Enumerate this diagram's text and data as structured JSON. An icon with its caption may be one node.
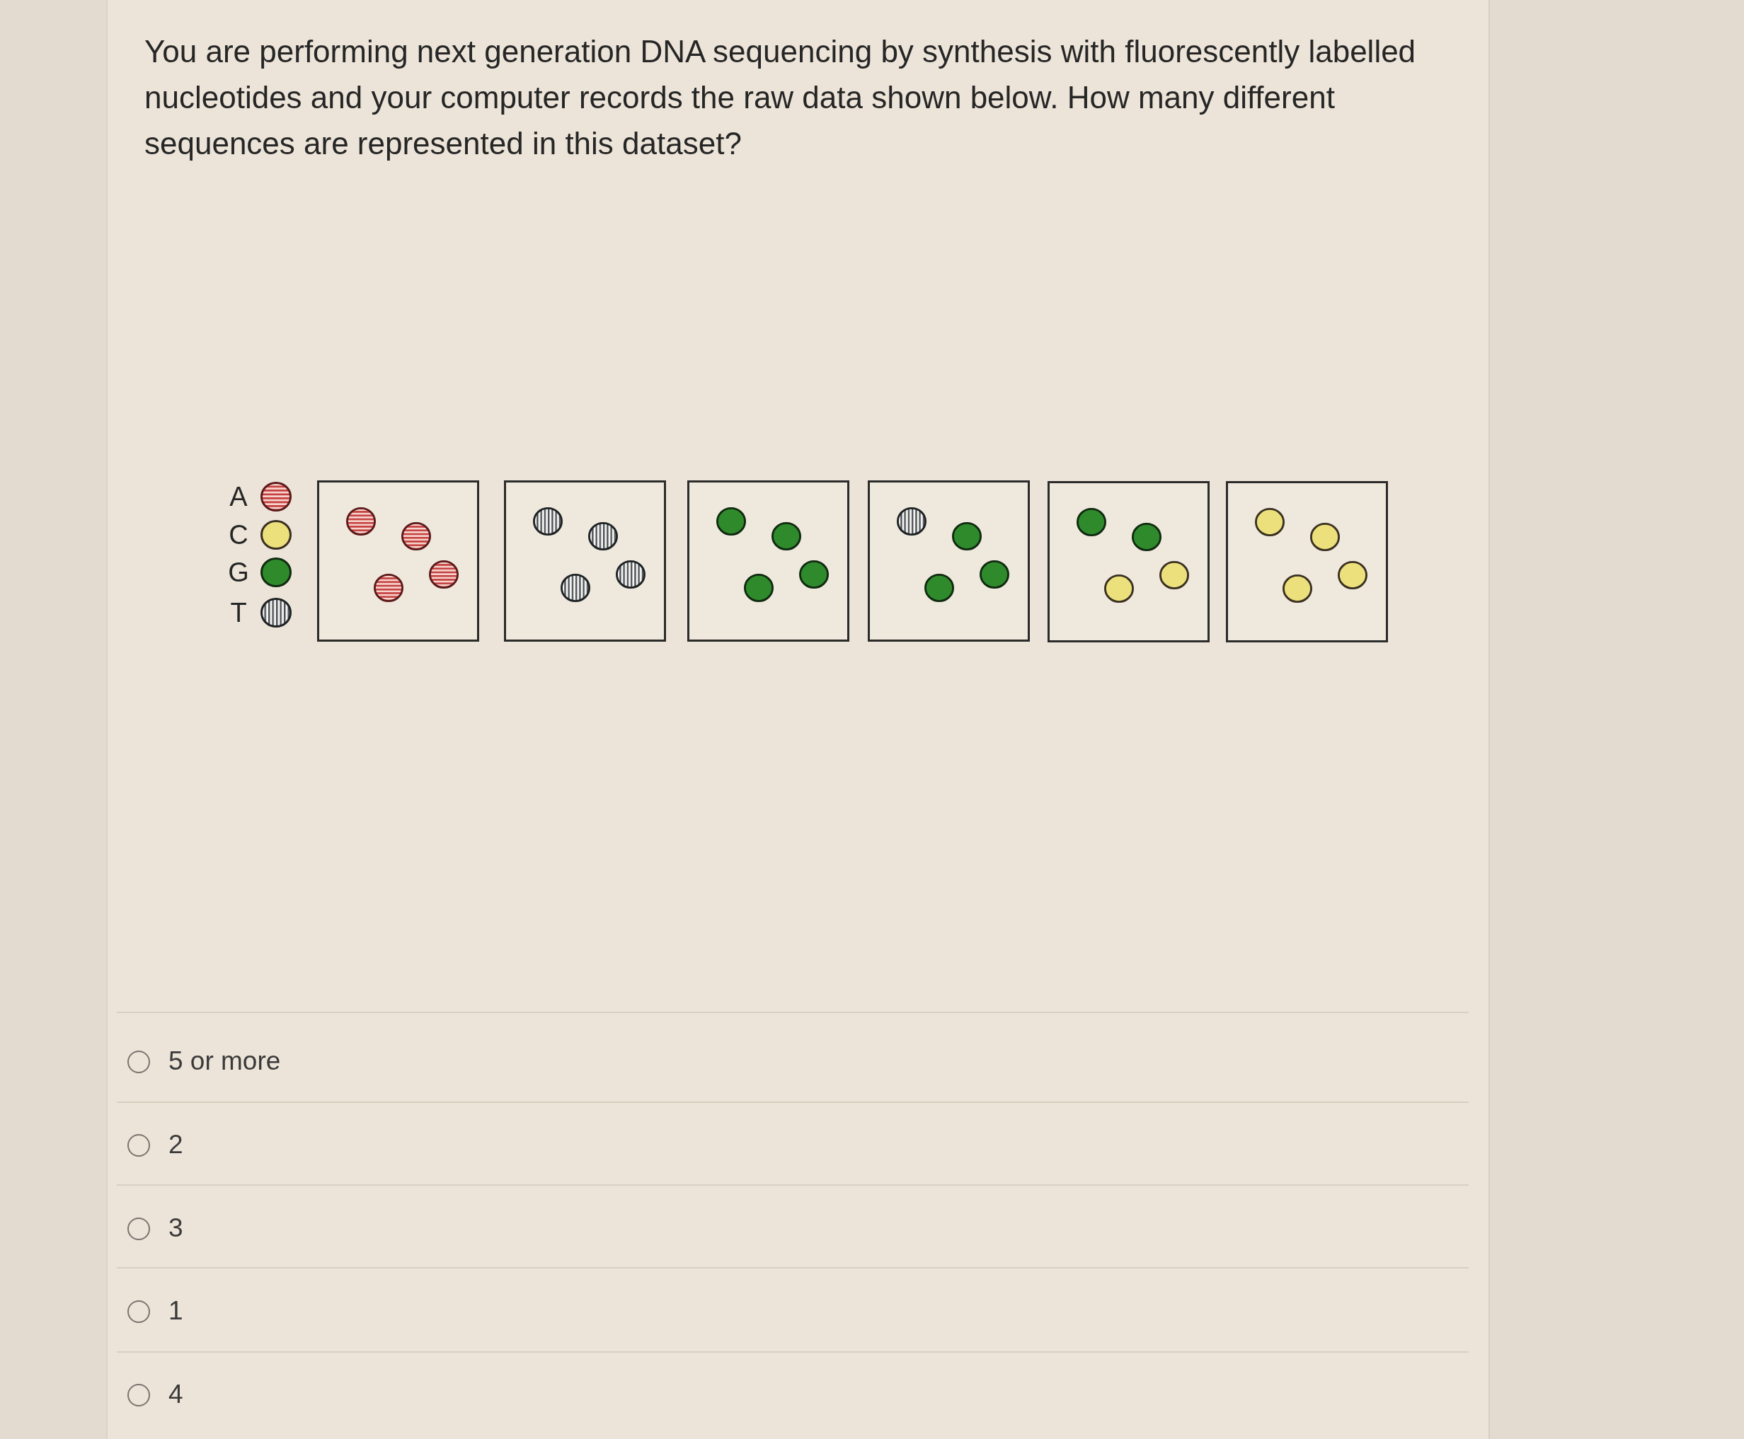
{
  "diagram": {
    "title": "You are performing next generation DNA sequencing by synthesis with fluorescently labelled nucleotides and your computer records the raw data shown below. How many different sequences are represented in this dataset?",
    "labels": [
      "5 or more",
      "2",
      "3",
      "1",
      "4"
    ],
    "legend": [
      {
        "text": "A"
      },
      {
        "text": "C",
        "color": "#ebe07c"
      },
      {
        "text": "G",
        "color": "#2f8a2c"
      },
      {
        "text": "T"
      }
    ]
  }
}
